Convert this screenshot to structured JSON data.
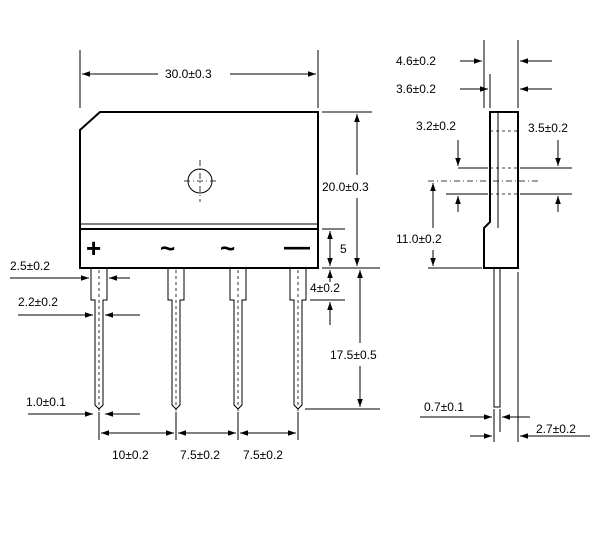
{
  "front_view": {
    "dims": {
      "width_total": "30.0±0.3",
      "height_body": "20.0±0.3",
      "band_height": "5",
      "pin_offset": "4±0.2",
      "lead_length": "17.5±0.5",
      "tab_width": "2.5±0.2",
      "pin_width": "2.2±0.2",
      "lead_width": "1.0±0.1",
      "pitch_first": "10±0.2",
      "pitch_second": "7.5±0.2",
      "pitch_third": "7.5±0.2"
    },
    "symbols": {
      "positive": "+",
      "ac1": "~",
      "ac2": "~",
      "negative": "—"
    }
  },
  "side_view": {
    "dims": {
      "thickness_total": "4.6±0.2",
      "thickness_body": "3.6±0.2",
      "hole_dia_left": "3.2±0.2",
      "hole_dia_right": "3.5±0.2",
      "hole_to_step": "11.0±0.2",
      "lead_thickness": "0.7±0.1",
      "lead_offset": "2.7±0.2"
    }
  }
}
